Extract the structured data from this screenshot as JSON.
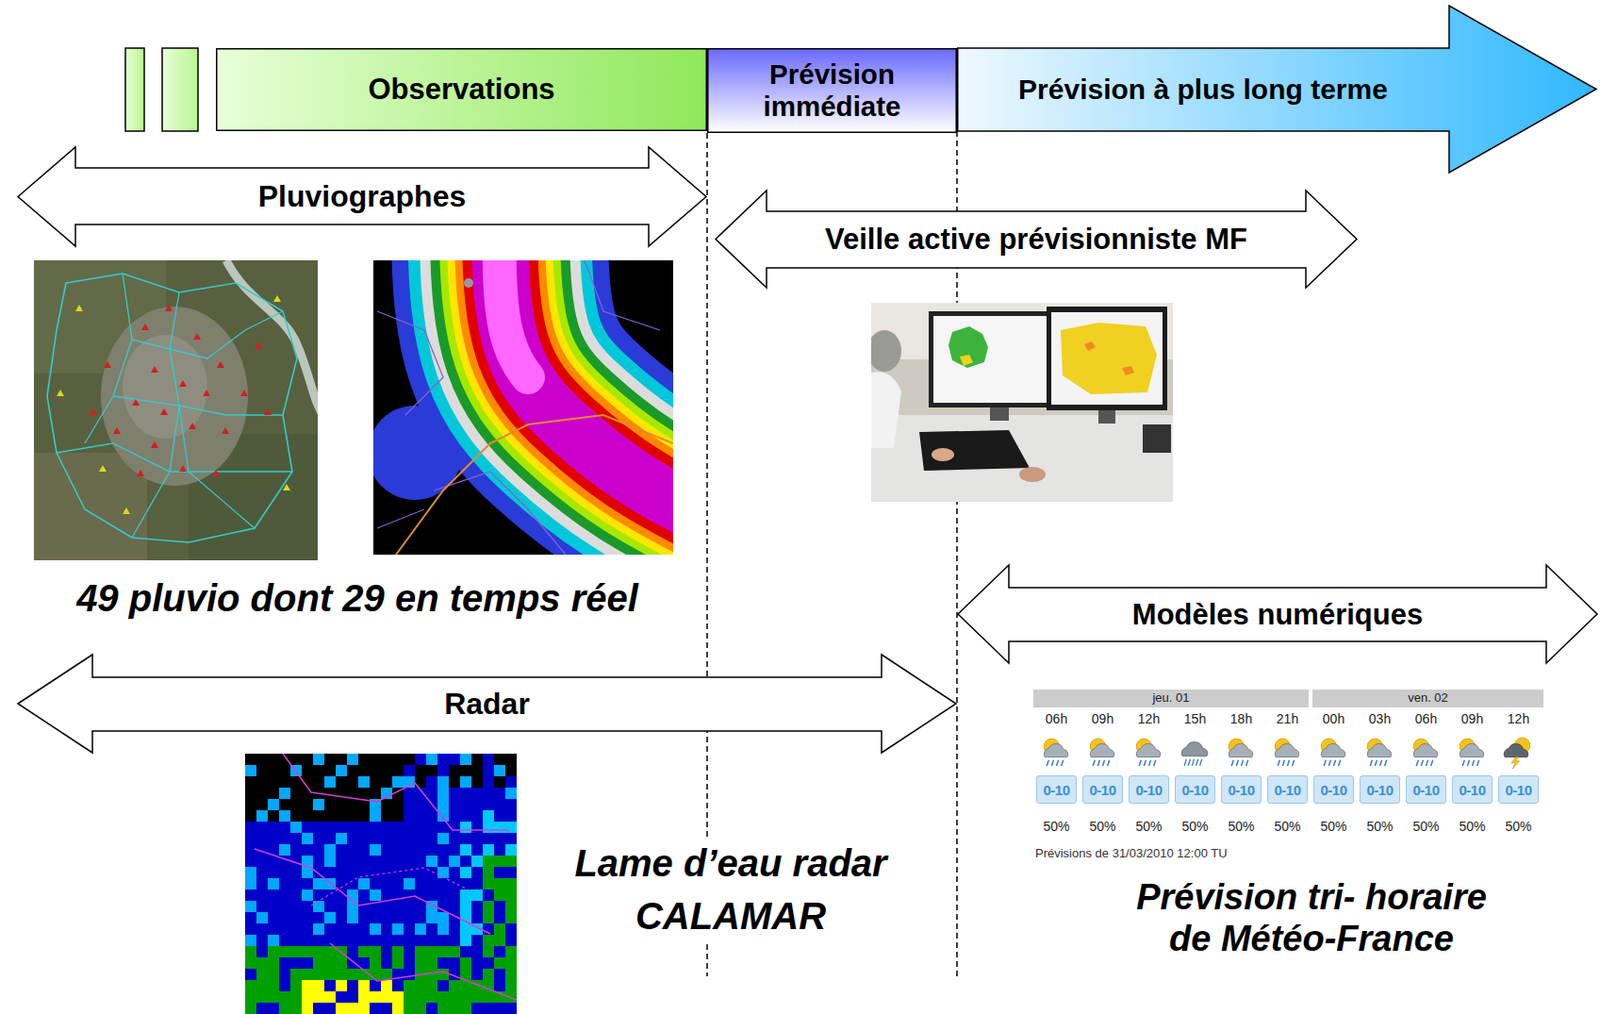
{
  "diagram": {
    "nodes": [
      {
        "text": [
          "Observations"
        ]
      },
      {
        "text": [
          "Prévision immédiate"
        ]
      },
      {
        "text": [
          "Prévision à plus long terme"
        ]
      },
      {
        "text": [
          "Pluviographes"
        ]
      },
      {
        "text": [
          "Veille active prévisionniste MF"
        ]
      },
      {
        "text": [
          "Modèles numériques"
        ]
      },
      {
        "text": [
          "Radar"
        ]
      }
    ],
    "labels": [
      "49 pluvio dont 29 en temps réel",
      "jeu. 01",
      "ven. 02",
      "06h",
      "09h",
      "12h",
      "15h",
      "18h",
      "21h",
      "00h",
      "03h",
      "06h",
      "09h",
      "12h",
      "0-10",
      "0-10",
      "0-10",
      "0-10",
      "0-10",
      "0-10",
      "0-10",
      "0-10",
      "0-10",
      "0-10",
      "0-10",
      "50%",
      "50%",
      "50%",
      "50%",
      "50%",
      "50%",
      "50%",
      "50%",
      "50%",
      "50%",
      "50%",
      "Prévisions de 31/03/2010 12:00 TU",
      "Lame d’eau radar CALAMAR",
      "Prévision tri- horaire de Météo-France"
    ]
  }
}
